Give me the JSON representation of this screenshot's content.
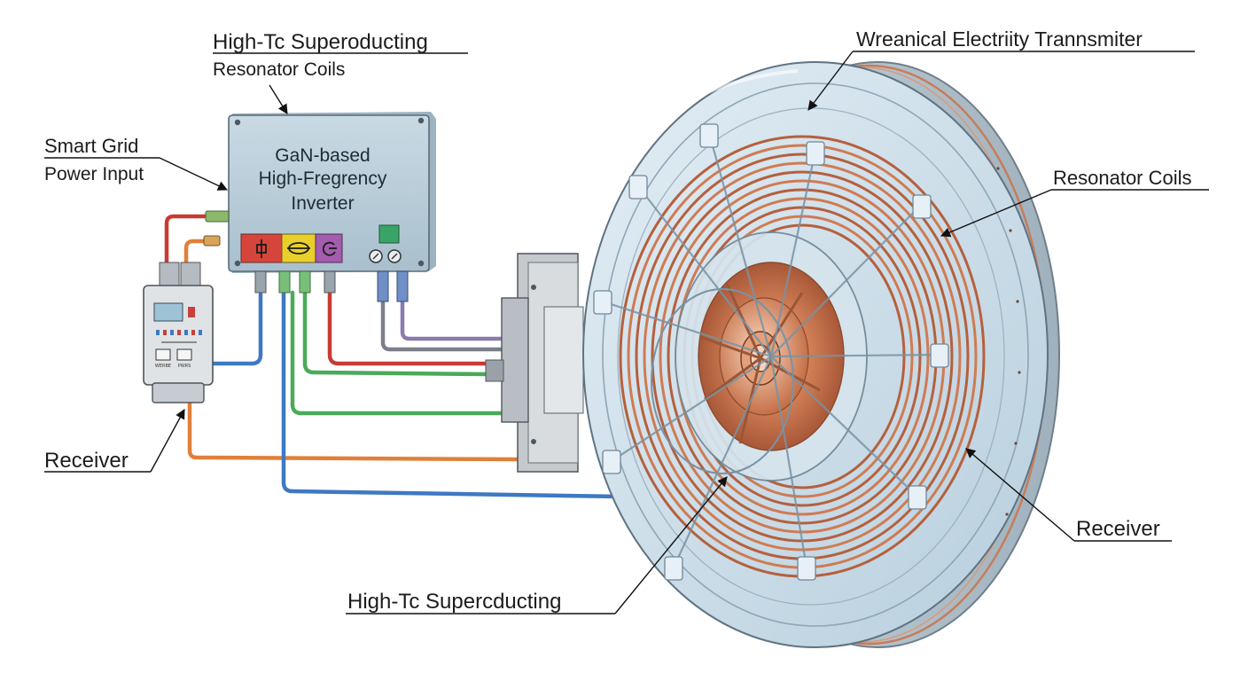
{
  "labels": {
    "hts_resonator_title": "High-Tc Superoducting",
    "hts_resonator_sub": "Resonator Coils",
    "smart_grid_line1": "Smart Grid",
    "smart_grid_line2": "Power Input",
    "inverter_line1": "GaN-based",
    "inverter_line2": "High-Fregrency",
    "inverter_line3": "Inverter",
    "receiver_left": "Receiver",
    "transmitter": "Wreanical Electriity Trannsmiter",
    "resonator_coils_right": "Resonator Coils",
    "receiver_right": "Receiver",
    "hts_bottom": "High-Tc Supercducting"
  },
  "meter": {
    "switch_label_1": "WERBE",
    "switch_label_2": "PWRS"
  },
  "icons": {
    "inverter_icon_1": "switch-symbol-icon",
    "inverter_icon_2": "wave-symbol-icon",
    "inverter_icon_3": "rotation-symbol-icon",
    "indicator": "green-indicator-icon"
  },
  "colors": {
    "cable_red": "#c83b33",
    "cable_orange": "#e0803a",
    "cable_green": "#4aaa58",
    "cable_blue": "#3f78c2",
    "cable_purple": "#8a7ab0",
    "cable_gray": "#7a7f88",
    "copper": "#c4714a",
    "housing": "#c6dae6",
    "inverter_box": "#b9ccd8"
  }
}
